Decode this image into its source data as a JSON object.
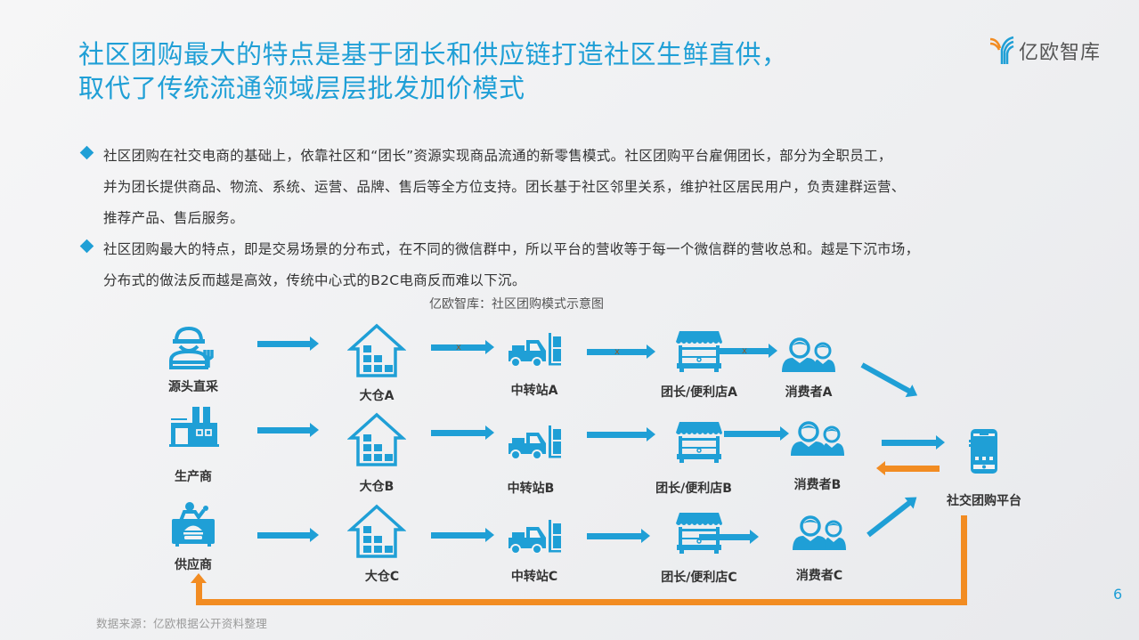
{
  "header": {
    "title_line1": "社区团购最大的特点是基于团长和供应链打造社区生鲜直供，",
    "title_line2": "取代了传统流通领域层层批发加价模式",
    "logo_text": "亿欧智库"
  },
  "bullets": [
    {
      "lines": [
        "社区团购在社交电商的基础上，依靠社区和“团长”资源实现商品流通的新零售模式。社区团购平台雇佣团长，部分为全职员工，",
        "并为团长提供商品、物流、系统、运营、品牌、售后等全方位支持。团长基于社区邻里关系，维护社区居民用户，负责建群运营、",
        "推荐产品、售后服务。"
      ]
    },
    {
      "lines": [
        "社区团购最大的特点，即是交易场景的分布式，在不同的微信群中，所以平台的营收等于每一个微信群的营收总和。越是下沉市场，",
        "分布式的做法反而越是高效，传统中心式的B2C电商反而难以下沉。"
      ]
    }
  ],
  "diagram": {
    "caption": "亿欧智库：社区团购模式示意图",
    "sources": [
      {
        "label": "源头直采",
        "icon": "farmer-icon"
      },
      {
        "label": "生产商",
        "icon": "factory-icon"
      },
      {
        "label": "供应商",
        "icon": "vendor-stall-icon"
      }
    ],
    "warehouses": [
      {
        "label": "大仓A",
        "icon": "warehouse-icon"
      },
      {
        "label": "大仓B",
        "icon": "warehouse-icon"
      },
      {
        "label": "大仓C",
        "icon": "warehouse-icon"
      }
    ],
    "transfer_stations": [
      {
        "label": "中转站A",
        "icon": "forklift-icon"
      },
      {
        "label": "中转站B",
        "icon": "forklift-icon"
      },
      {
        "label": "中转站C",
        "icon": "forklift-icon"
      }
    ],
    "stores": [
      {
        "label": "团长/便利店A",
        "icon": "storefront-icon"
      },
      {
        "label": "团长/便利店B",
        "icon": "storefront-icon"
      },
      {
        "label": "团长/便利店C",
        "icon": "storefront-icon"
      }
    ],
    "consumers": [
      {
        "label": "消费者A",
        "icon": "users-icon"
      },
      {
        "label": "消费者B",
        "icon": "users-icon"
      },
      {
        "label": "消费者C",
        "icon": "users-icon"
      }
    ],
    "platform": {
      "label": "社交团购平台",
      "icon": "smartphone-icon"
    },
    "cross_mark": "x",
    "colors": {
      "blue": "#1f9fd6",
      "orange": "#f28c22"
    }
  },
  "footer": {
    "source": "数据来源：亿欧根据公开资料整理",
    "page_number": "6"
  }
}
